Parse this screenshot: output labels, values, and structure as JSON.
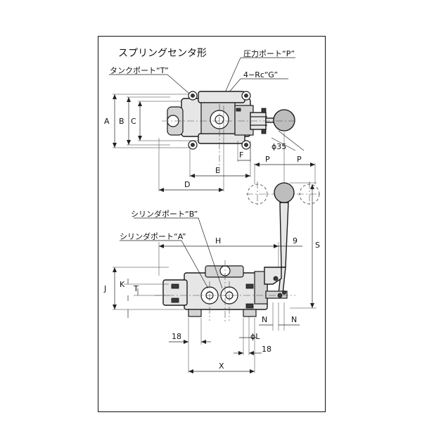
{
  "title": "スプリングセンタ形",
  "labels": {
    "pressure_port": "圧力ポート“P”",
    "tank_port": "タンクポート“T”",
    "thread": "4−Rc“G”",
    "cyl_port_b": "シリンダポート“B”",
    "cyl_port_a": "シリンダポート“A”"
  },
  "dimensions": {
    "A": "A",
    "B": "B",
    "C": "C",
    "D": "D",
    "E": "E",
    "F": "F",
    "P_left": "P",
    "P_right": "P",
    "phi35": "ϕ35",
    "H": "H",
    "nine": "9",
    "S": "S",
    "J": "J",
    "K": "K",
    "T": "T",
    "N_left": "N",
    "N_right": "N",
    "phiL": "ϕL",
    "eighteen_left": "18",
    "eighteen_right": "18",
    "X": "X"
  }
}
